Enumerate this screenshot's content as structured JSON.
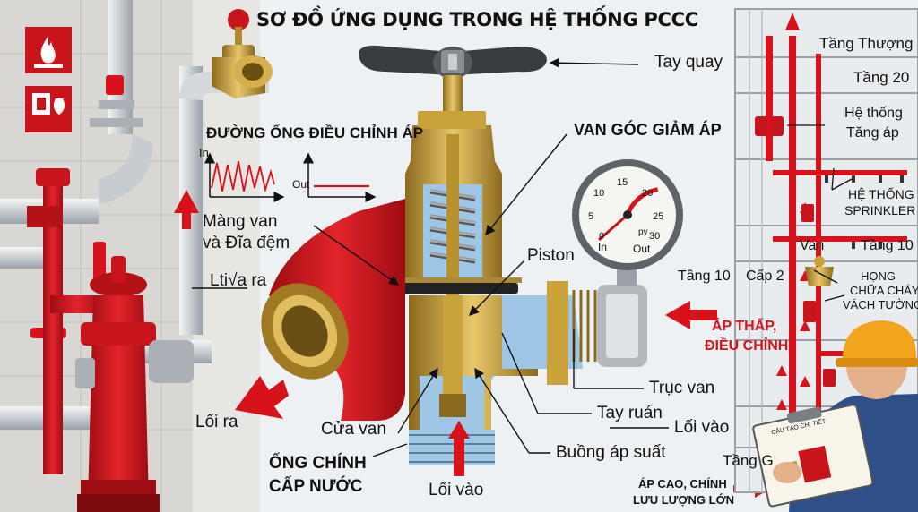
{
  "title": "SƠ ĐỒ ỨNG DỤNG TRONG HỆ THỐNG PCCC",
  "labels": {
    "handwheel": "Tay quay",
    "regulating_line": "ĐƯỜNG ỐNG ĐIỀU CHỈNH ÁP",
    "graph_in": "In",
    "graph_out": "Out",
    "pressure_reducing_valve": "VAN GÓC GIẢM ÁP",
    "diaphragm_line1": "Màng van",
    "diaphragm_line2": "và Đĩa đệm",
    "piston": "Piston",
    "outlet_left": "Lti√a ra",
    "outlet_main": "Lối ra",
    "valve_port": "Cửa van",
    "main_pipe_line1": "ỐNG CHÍNH",
    "main_pipe_line2": "CẤP NƯỚC",
    "inlet_bottom": "Lối vào",
    "pressure_chamber": "Buồng áp suất",
    "stem": "Trục van",
    "handle": "Tay ruán",
    "inlet_right": "Lối vào",
    "low_pressure_line1": "ÁP THẤP,",
    "low_pressure_line2": "ĐIỀU CHỈNH",
    "high_pressure_line1": "ÁP CAO, CHÍNH",
    "high_pressure_line2": "LƯU LƯỢNG LỚN",
    "gauge_in": "In",
    "gauge_out": "Out",
    "gauge_unit": "pv",
    "gauge_ticks": [
      "0",
      "5",
      "10",
      "15",
      "20",
      "25",
      "30"
    ]
  },
  "building": {
    "top": "Tầng Thượng",
    "floor20": "Tầng 20",
    "booster_line1": "Hệ thống",
    "booster_line2": "Tăng áp",
    "sprinkler_line1": "HỆ THỐNG",
    "sprinkler_line2": "SPRINKLER",
    "valve": "Van",
    "floor10_right": "Tầng 10",
    "floor10_left": "Tầng 10",
    "level2": "Cấp 2",
    "hydrant_line1": "HỌNG",
    "hydrant_line2": "CHỮA CHÁY",
    "hydrant_line3": "VÁCH TƯỜNG",
    "ground": "Tầng G"
  },
  "clipboard_text": "CẤU TẠO CHI TIẾT",
  "colors": {
    "red": "#d8121a",
    "brass": "#c9a23a",
    "blue": "#9ec7e6",
    "pipe": "#d9dde1"
  }
}
